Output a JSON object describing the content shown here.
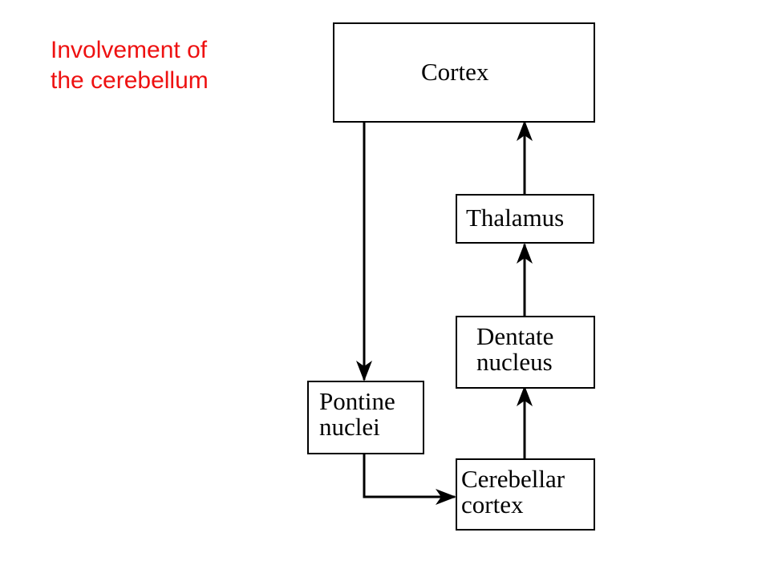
{
  "title": {
    "line1": "Involvement  of",
    "line2": "the cerebellum"
  },
  "colors": {
    "title": "#ee1111",
    "lines": "#000000"
  },
  "nodes": [
    {
      "id": "cortex",
      "label": "Cortex"
    },
    {
      "id": "thalamus",
      "label": "Thalamus"
    },
    {
      "id": "dentate",
      "label": "Dentate\nnucleus"
    },
    {
      "id": "pontine",
      "label": "Pontine\nnuclei"
    },
    {
      "id": "cerebellar",
      "label": "Cerebellar\ncortex"
    }
  ],
  "edges": [
    {
      "from": "cortex",
      "to": "pontine"
    },
    {
      "from": "pontine",
      "to": "cerebellar"
    },
    {
      "from": "cerebellar",
      "to": "dentate"
    },
    {
      "from": "dentate",
      "to": "thalamus"
    },
    {
      "from": "thalamus",
      "to": "cortex"
    }
  ]
}
